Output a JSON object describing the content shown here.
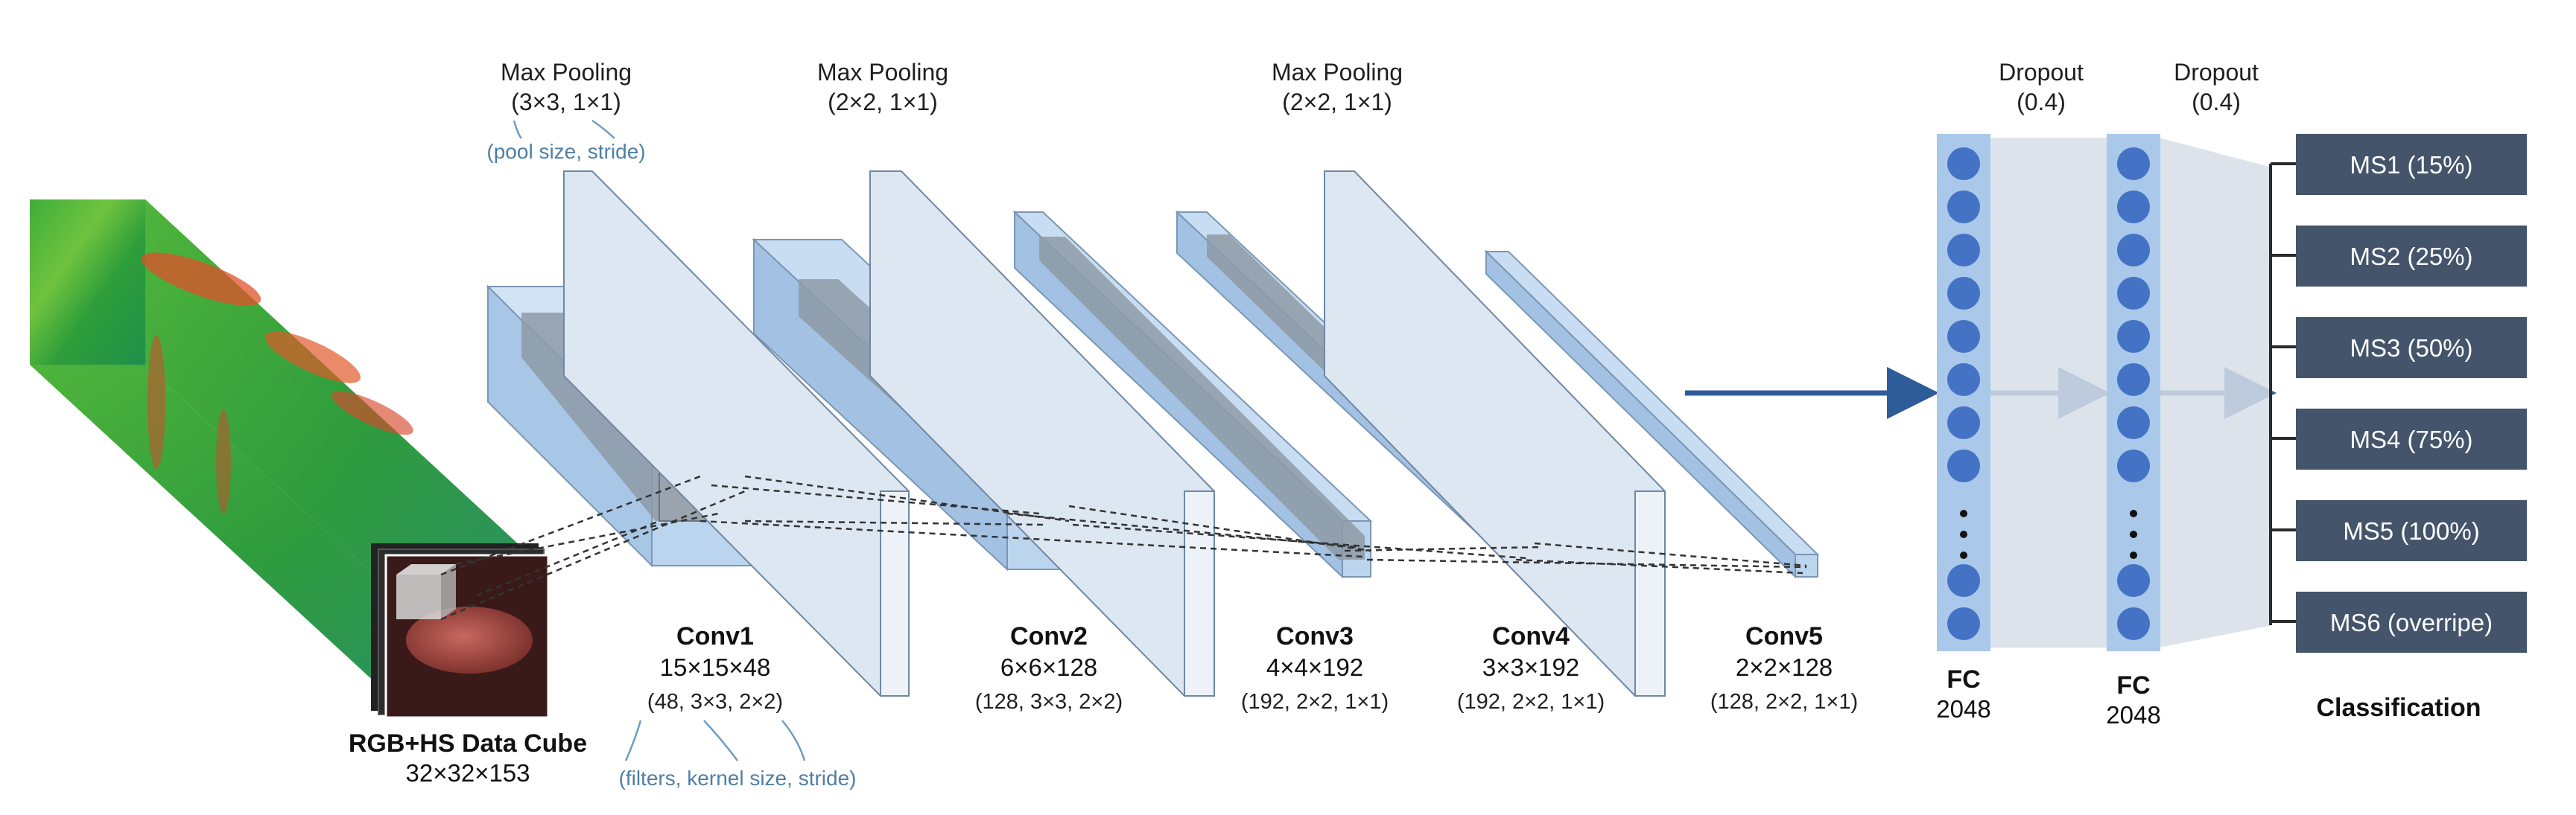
{
  "input": {
    "label": "RGB+HS Data Cube",
    "dims": "32×32×153"
  },
  "pooling": [
    {
      "label": "Max Pooling",
      "params": "(3×3, 1×1)",
      "note": "(pool size, stride)"
    },
    {
      "label": "Max Pooling",
      "params": "(2×2, 1×1)"
    },
    {
      "label": "Max Pooling",
      "params": "(2×2, 1×1)"
    }
  ],
  "conv_note": "(filters, kernel size, stride)",
  "conv_layers": [
    {
      "name": "Conv1",
      "dims": "15×15×48",
      "params": "(48, 3×3, 2×2)"
    },
    {
      "name": "Conv2",
      "dims": "6×6×128",
      "params": "(128, 3×3, 2×2)"
    },
    {
      "name": "Conv3",
      "dims": "4×4×192",
      "params": "(192, 2×2, 1×1)"
    },
    {
      "name": "Conv4",
      "dims": "3×3×192",
      "params": "(192, 2×2, 1×1)"
    },
    {
      "name": "Conv5",
      "dims": "2×2×128",
      "params": "(128, 2×2, 1×1)"
    }
  ],
  "dropouts": [
    {
      "label": "Dropout",
      "rate": "(0.4)"
    },
    {
      "label": "Dropout",
      "rate": "(0.4)"
    }
  ],
  "fc_layers": [
    {
      "name": "FC",
      "units": "2048"
    },
    {
      "name": "FC",
      "units": "2048"
    }
  ],
  "classification": {
    "title": "Classification",
    "classes": [
      "MS1 (15%)",
      "MS2 (25%)",
      "MS3 (50%)",
      "MS4 (75%)",
      "MS5 (100%)",
      "MS6 (overripe)"
    ]
  },
  "colors": {
    "conv_face": "#bcd5ee",
    "pool_face": "#dde7f2",
    "kernel": "#8e9aa6",
    "neuron": "#4472c4",
    "fc_bar": "#a9c8ea",
    "arrow": "#2e5c99",
    "class_box": "#44546a"
  }
}
